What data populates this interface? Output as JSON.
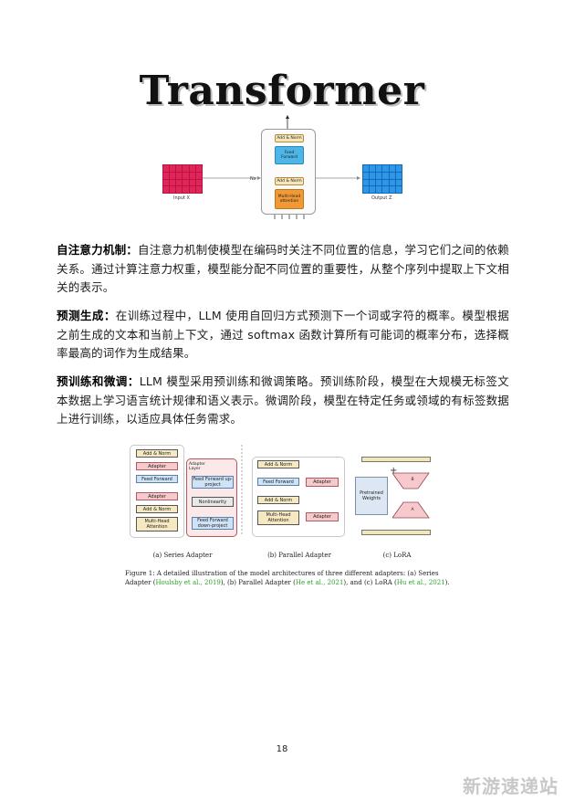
{
  "title": "Transformer",
  "transformer_figure": {
    "input_label": "Input X",
    "output_label": "Output Z",
    "repeat_label": "Nx",
    "add_norm_label": "Add & Norm",
    "feed_forward_label": "Feed Forward",
    "attention_label": "Multi-Head attention",
    "input_color": "#e0255a",
    "output_color": "#2f95e6"
  },
  "paragraphs": [
    {
      "heading": "自注意力机制：",
      "body": "自注意力机制使模型在编码时关注不同位置的信息，学习它们之间的依赖关系。通过计算注意力权重，模型能分配不同位置的重要性，从整个序列中提取上下文相关的表示。"
    },
    {
      "heading": "预测生成：",
      "body": "在训练过程中，LLM 使用自回归方式预测下一个词或字符的概率。模型根据之前生成的文本和当前上下文，通过 softmax 函数计算所有可能词的概率分布，选择概率最高的词作为生成结果。"
    },
    {
      "heading": "预训练和微调：",
      "body": "LLM 模型采用预训练和微调策略。预训练阶段，模型在大规模无标签文本数据上学习语言统计规律和语义表示。微调阶段，模型在特定任务或领域的有标签数据上进行训练，以适应具体任务需求。"
    }
  ],
  "adapter_figure": {
    "series": {
      "caption": "(a) Series Adapter",
      "add_norm": "Add & Norm",
      "adapter": "Adapter",
      "feed_forward": "Feed Forward",
      "attention": "Multi-Head Attention",
      "adapter_layer": "Adapter Layer",
      "ff_up": "Feed Forward up-project",
      "nonlinearity": "Nonlinearity",
      "ff_down": "Feed Forward down-project"
    },
    "parallel": {
      "caption": "(b) Parallel Adapter",
      "add_norm": "Add & Norm",
      "adapter": "Adapter",
      "feed_forward": "Feed Forward",
      "attention": "Multi-Head Attention"
    },
    "lora": {
      "caption": "(c) LoRA",
      "weights": "Pretrained Weights",
      "b": "B",
      "a": "A"
    },
    "caption_prefix": "Figure 1: A detailed illustration of the model architectures of three different adapters: (a) Series Adapter (",
    "cite1": "Houlsby et al., 2019",
    "caption_mid1": "), (b) Parallel Adapter (",
    "cite2": "He et al., 2021",
    "caption_mid2": "), and (c) LoRA (",
    "cite3": "Hu et al., 2021",
    "caption_suffix": ")."
  },
  "page_number": "18",
  "watermark": "新游速递站"
}
